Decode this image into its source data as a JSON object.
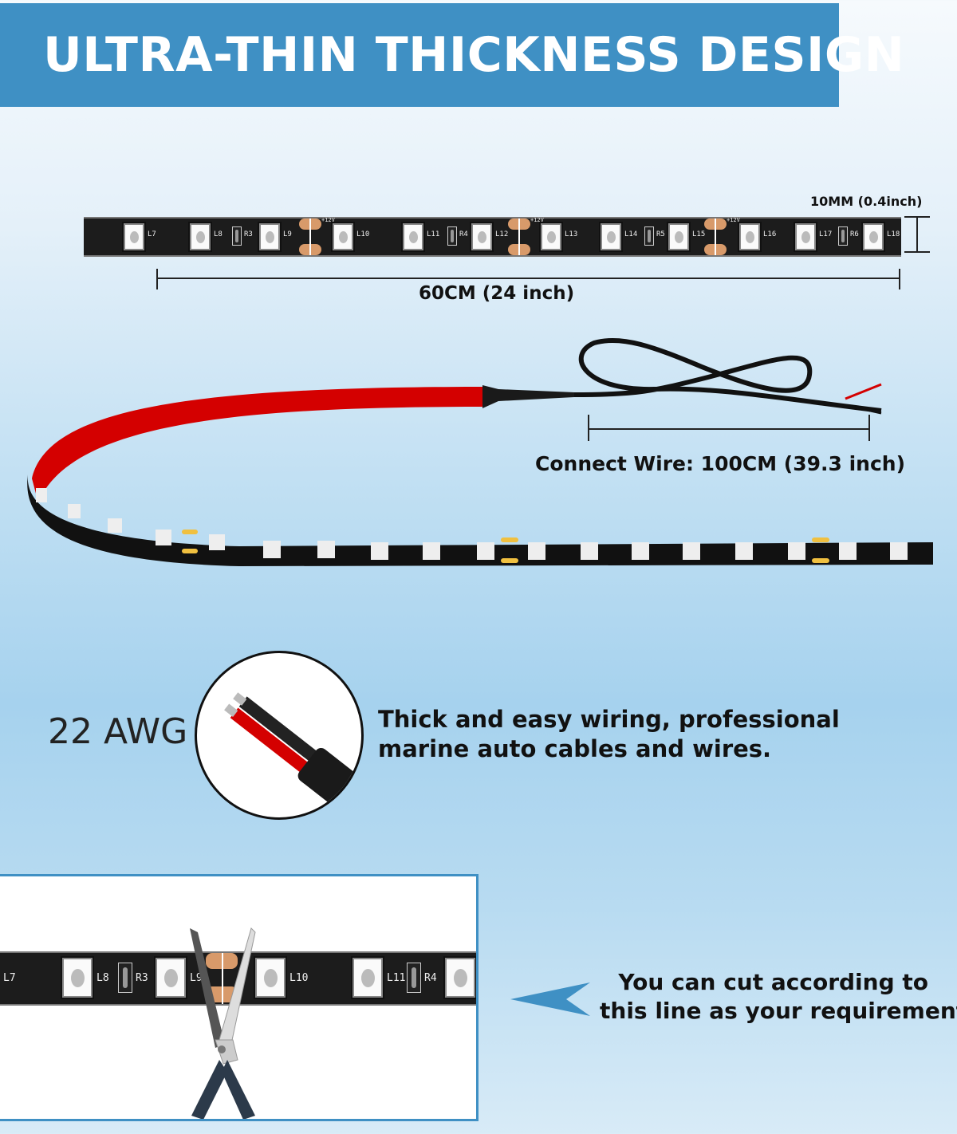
{
  "header": {
    "title": "ULTRA-THIN THICKNESS DESIGN"
  },
  "colors": {
    "banner": "#3f90c4",
    "strip": "#1c1c1c",
    "red_backing": "#d40000",
    "copper_pad": "#d89a6a",
    "arrow": "#3f90c4"
  },
  "top_strip": {
    "width_label": "10MM (0.4inch)",
    "length_label": "60CM (24 inch)",
    "voltage_marks": "+12V",
    "leds": [
      "L7",
      "L8",
      "L9",
      "L10",
      "L11",
      "L12",
      "L13",
      "L14",
      "L15",
      "L16",
      "L17",
      "L18"
    ],
    "resistors": [
      "R3",
      "R4",
      "R5",
      "R6"
    ]
  },
  "wire": {
    "label": "Connect Wire: 100CM (39.3 inch)"
  },
  "gauge": {
    "label": "22 AWG",
    "description_line1": "Thick and easy wiring, professional",
    "description_line2": "marine auto cables and wires."
  },
  "cut": {
    "leds": [
      "L7",
      "L8",
      "L9",
      "L10",
      "L11"
    ],
    "resistors": [
      "R3",
      "R4"
    ],
    "instruction_line1": "You can cut according to",
    "instruction_line2": "this line as your requirement",
    "icon": "scissors-icon"
  }
}
